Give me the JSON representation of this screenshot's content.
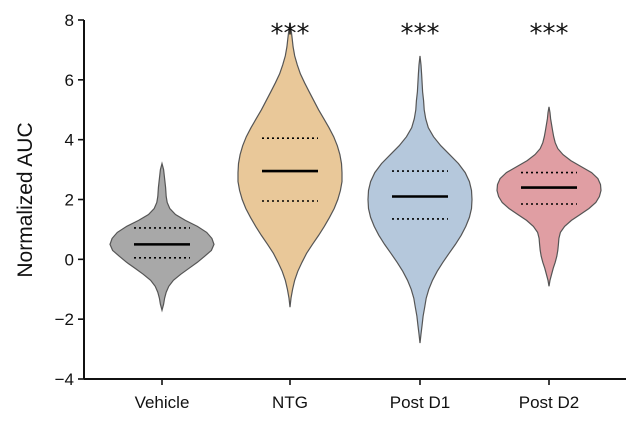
{
  "chart_data": {
    "type": "violin",
    "ylabel": "Normalized AUC",
    "ylim": [
      -4,
      8
    ],
    "yticks": [
      8,
      6,
      4,
      2,
      0,
      -2,
      -4
    ],
    "ytick_labels": [
      "8",
      "6",
      "4",
      "2",
      "0",
      "−2",
      "−4"
    ],
    "grid": false,
    "categories": [
      "Vehicle",
      "NTG",
      "Post D1",
      "Post D2"
    ],
    "series": [
      {
        "category": "Vehicle",
        "color": "#a8a8a8",
        "min": -1.7,
        "max": 3.2,
        "q1": 0.05,
        "median": 0.5,
        "q3": 1.05,
        "significance": "",
        "density": [
          [
            -1.7,
            0.0
          ],
          [
            -1.5,
            0.03
          ],
          [
            -1.3,
            0.05
          ],
          [
            -1.1,
            0.08
          ],
          [
            -0.9,
            0.13
          ],
          [
            -0.7,
            0.22
          ],
          [
            -0.5,
            0.36
          ],
          [
            -0.3,
            0.52
          ],
          [
            -0.1,
            0.68
          ],
          [
            0.1,
            0.82
          ],
          [
            0.3,
            0.95
          ],
          [
            0.5,
            1.0
          ],
          [
            0.7,
            0.96
          ],
          [
            0.9,
            0.86
          ],
          [
            1.1,
            0.68
          ],
          [
            1.3,
            0.45
          ],
          [
            1.5,
            0.26
          ],
          [
            1.7,
            0.15
          ],
          [
            1.9,
            0.1
          ],
          [
            2.1,
            0.08
          ],
          [
            2.4,
            0.07
          ],
          [
            2.7,
            0.05
          ],
          [
            3.0,
            0.03
          ],
          [
            3.2,
            0.0
          ]
        ]
      },
      {
        "category": "NTG",
        "color": "#e9c899",
        "min": -1.6,
        "max": 7.9,
        "q1": 1.95,
        "median": 2.95,
        "q3": 4.05,
        "significance": "***",
        "density": [
          [
            -1.6,
            0.0
          ],
          [
            -1.3,
            0.02
          ],
          [
            -1.0,
            0.05
          ],
          [
            -0.7,
            0.09
          ],
          [
            -0.4,
            0.15
          ],
          [
            -0.1,
            0.23
          ],
          [
            0.2,
            0.32
          ],
          [
            0.5,
            0.43
          ],
          [
            0.8,
            0.55
          ],
          [
            1.1,
            0.66
          ],
          [
            1.4,
            0.76
          ],
          [
            1.7,
            0.85
          ],
          [
            2.0,
            0.92
          ],
          [
            2.3,
            0.97
          ],
          [
            2.6,
            1.0
          ],
          [
            2.9,
            1.0
          ],
          [
            3.2,
            0.99
          ],
          [
            3.5,
            0.96
          ],
          [
            3.8,
            0.91
          ],
          [
            4.1,
            0.84
          ],
          [
            4.4,
            0.75
          ],
          [
            4.7,
            0.65
          ],
          [
            5.0,
            0.55
          ],
          [
            5.3,
            0.46
          ],
          [
            5.6,
            0.37
          ],
          [
            5.9,
            0.28
          ],
          [
            6.2,
            0.2
          ],
          [
            6.5,
            0.14
          ],
          [
            6.8,
            0.09
          ],
          [
            7.1,
            0.06
          ],
          [
            7.4,
            0.04
          ],
          [
            7.7,
            0.02
          ],
          [
            7.9,
            0.0
          ]
        ]
      },
      {
        "category": "Post D1",
        "color": "#b5c8dc",
        "min": -2.8,
        "max": 6.8,
        "q1": 1.35,
        "median": 2.1,
        "q3": 2.95,
        "significance": "***",
        "density": [
          [
            -2.8,
            0.0
          ],
          [
            -2.5,
            0.02
          ],
          [
            -2.2,
            0.04
          ],
          [
            -1.9,
            0.06
          ],
          [
            -1.6,
            0.09
          ],
          [
            -1.3,
            0.12
          ],
          [
            -1.0,
            0.17
          ],
          [
            -0.7,
            0.24
          ],
          [
            -0.4,
            0.33
          ],
          [
            -0.1,
            0.44
          ],
          [
            0.2,
            0.56
          ],
          [
            0.5,
            0.68
          ],
          [
            0.8,
            0.79
          ],
          [
            1.1,
            0.88
          ],
          [
            1.4,
            0.95
          ],
          [
            1.7,
            0.99
          ],
          [
            2.0,
            1.0
          ],
          [
            2.3,
            0.99
          ],
          [
            2.6,
            0.95
          ],
          [
            2.9,
            0.87
          ],
          [
            3.2,
            0.74
          ],
          [
            3.5,
            0.57
          ],
          [
            3.8,
            0.4
          ],
          [
            4.1,
            0.26
          ],
          [
            4.4,
            0.16
          ],
          [
            4.7,
            0.11
          ],
          [
            5.0,
            0.08
          ],
          [
            5.3,
            0.07
          ],
          [
            5.6,
            0.05
          ],
          [
            5.9,
            0.04
          ],
          [
            6.2,
            0.03
          ],
          [
            6.5,
            0.02
          ],
          [
            6.8,
            0.0
          ]
        ]
      },
      {
        "category": "Post D2",
        "color": "#e09ea3",
        "min": -0.9,
        "max": 5.1,
        "q1": 1.85,
        "median": 2.4,
        "q3": 2.9,
        "significance": "***",
        "density": [
          [
            -0.9,
            0.0
          ],
          [
            -0.7,
            0.02
          ],
          [
            -0.5,
            0.05
          ],
          [
            -0.3,
            0.08
          ],
          [
            -0.1,
            0.12
          ],
          [
            0.1,
            0.15
          ],
          [
            0.3,
            0.17
          ],
          [
            0.5,
            0.18
          ],
          [
            0.7,
            0.19
          ],
          [
            0.9,
            0.22
          ],
          [
            1.1,
            0.3
          ],
          [
            1.3,
            0.43
          ],
          [
            1.5,
            0.6
          ],
          [
            1.7,
            0.77
          ],
          [
            1.9,
            0.9
          ],
          [
            2.1,
            0.97
          ],
          [
            2.3,
            1.0
          ],
          [
            2.5,
            0.99
          ],
          [
            2.7,
            0.94
          ],
          [
            2.9,
            0.82
          ],
          [
            3.1,
            0.62
          ],
          [
            3.3,
            0.42
          ],
          [
            3.5,
            0.27
          ],
          [
            3.7,
            0.17
          ],
          [
            3.9,
            0.12
          ],
          [
            4.1,
            0.09
          ],
          [
            4.3,
            0.07
          ],
          [
            4.5,
            0.05
          ],
          [
            4.7,
            0.03
          ],
          [
            4.9,
            0.02
          ],
          [
            5.1,
            0.0
          ]
        ]
      }
    ]
  }
}
